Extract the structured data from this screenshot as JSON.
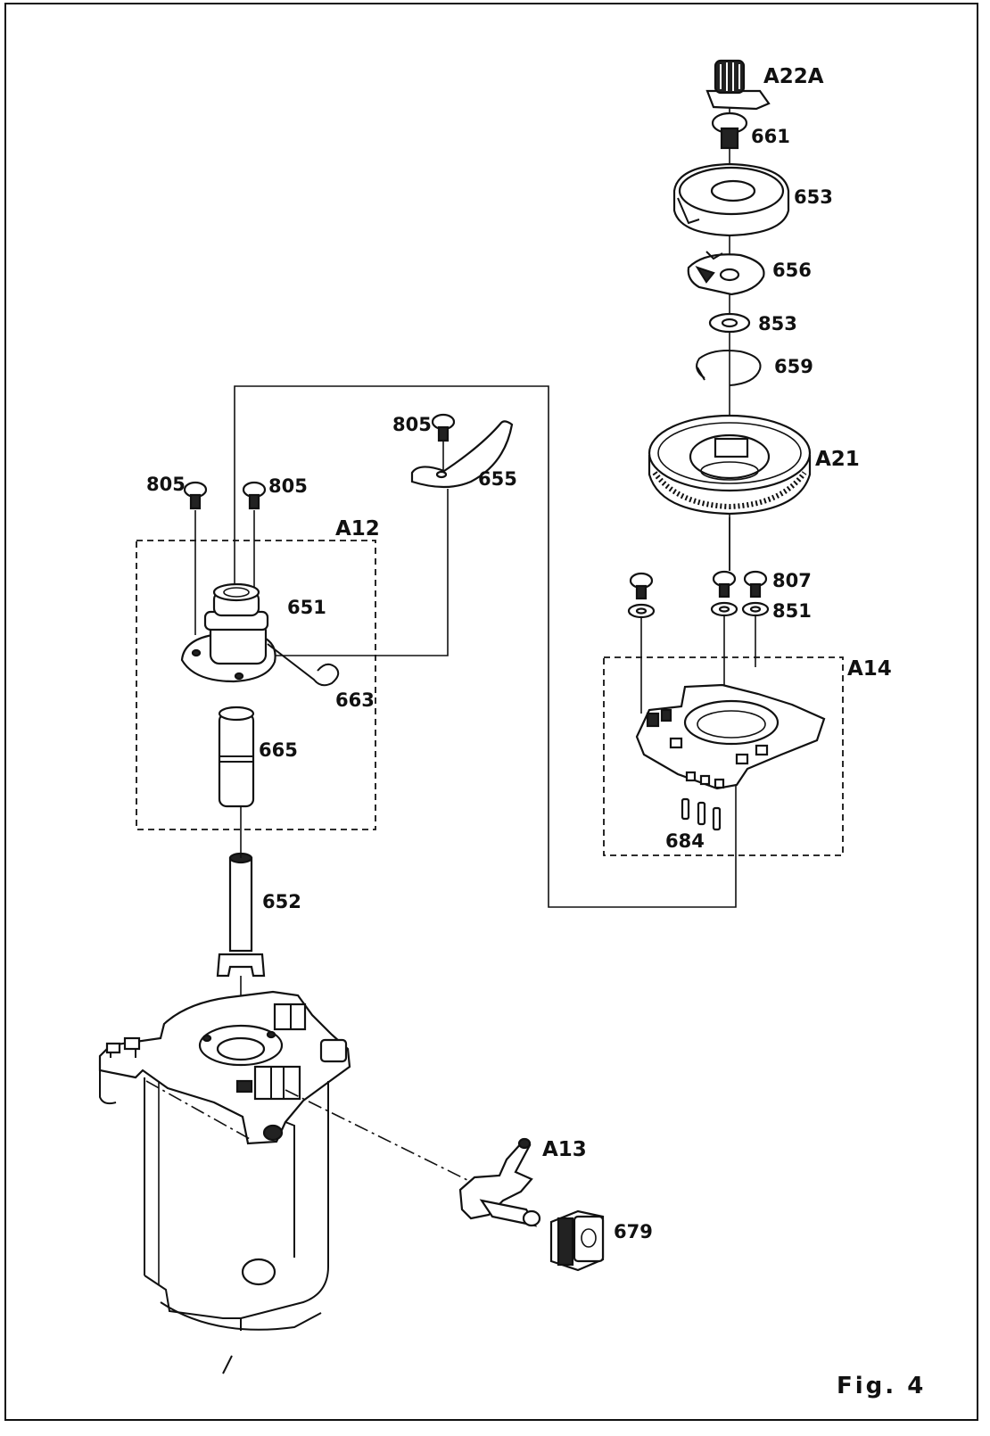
{
  "figure": {
    "caption": "Fig. 4"
  },
  "parts": {
    "a22a": "A22A",
    "p661": "661",
    "p653": "653",
    "p656": "656",
    "p853": "853",
    "p659": "659",
    "a21": "A21",
    "p807": "807",
    "p851": "851",
    "a14": "A14",
    "p684": "684",
    "p805_top": "805",
    "p655": "655",
    "p805_left": "805",
    "p805_right": "805",
    "a12": "A12",
    "p651": "651",
    "p663": "663",
    "p665": "665",
    "p652": "652",
    "a13": "A13",
    "p679": "679"
  },
  "colors": {
    "ink": "#111111",
    "paper": "#ffffff"
  }
}
